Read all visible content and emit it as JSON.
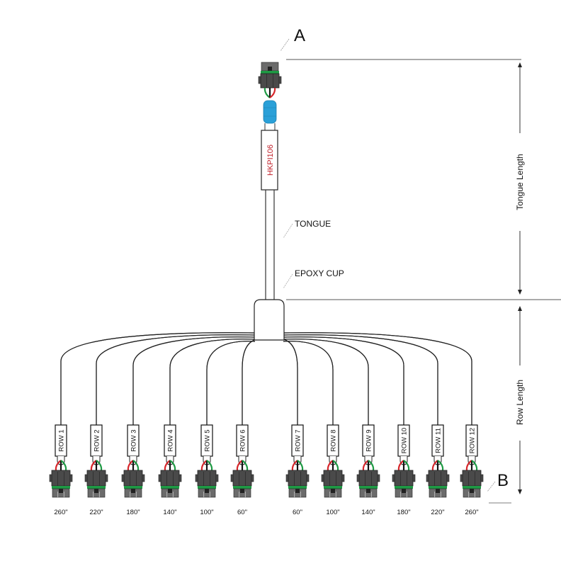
{
  "diagram": {
    "callout_a": "A",
    "callout_b": "B",
    "main_connector_label": "HKPI106",
    "tongue_label": "TONGUE",
    "epoxy_cup_label": "EPOXY CUP",
    "dimensions": {
      "tongue_length": "Tongue Length",
      "row_length": "Row Length"
    },
    "rows": [
      {
        "label": "ROW 1",
        "length": "260\""
      },
      {
        "label": "ROW 2",
        "length": "220\""
      },
      {
        "label": "ROW 3",
        "length": "180\""
      },
      {
        "label": "ROW 4",
        "length": "140\""
      },
      {
        "label": "ROW 5",
        "length": "100\""
      },
      {
        "label": "ROW 6",
        "length": "60\""
      },
      {
        "label": "ROW 7",
        "length": "60\""
      },
      {
        "label": "ROW 8",
        "length": "100\""
      },
      {
        "label": "ROW 9",
        "length": "140\""
      },
      {
        "label": "ROW 10",
        "length": "180\""
      },
      {
        "label": "ROW 11",
        "length": "220\""
      },
      {
        "label": "ROW 12",
        "length": "260\""
      }
    ],
    "colors": {
      "wire_red": "#d6262b",
      "wire_green": "#1e9a44",
      "wire_black": "#111111",
      "connector_body": "#4a4a4a",
      "connector_pins": "#6b6b6b",
      "seal_green": "#1e9a44",
      "heat_shrink_blue": "#2aa0d8",
      "label_red": "#c0202a"
    }
  }
}
